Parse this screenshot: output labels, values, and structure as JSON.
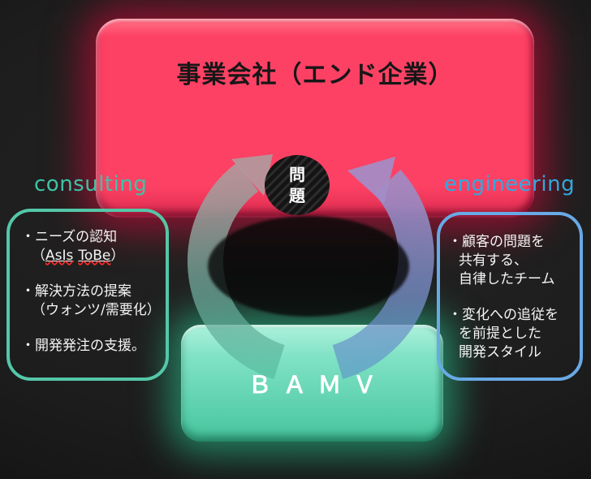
{
  "page": {
    "background": "#1d1d1d"
  },
  "top_box": {
    "title": "事業会社（エンド企業）",
    "fill": "#fd4164",
    "glow_color": "#d00a38"
  },
  "problem_badge": {
    "line1": "問",
    "line2": "題"
  },
  "section_labels": {
    "consulting": "consulting",
    "consulting_color": "#3ec3a6",
    "engineering": "engineering",
    "engineering_color": "#30a9e0"
  },
  "left_panel": {
    "border_color": "#54c7a8",
    "item1_line1": "・ニーズの認知",
    "item1_paren_open": "（",
    "item1_word1": "AsIs",
    "item1_word2": "ToBe",
    "item1_paren_close": "）",
    "item2_line1": "・解決方法の提案",
    "item2_line2": "（ウォンツ/需要化）",
    "item3_line1": "・開発発注の支援。"
  },
  "right_panel": {
    "border_color": "#68a9e6",
    "item1_line1": "・顧客の問題を",
    "item1_line2": "共有する、",
    "item1_line3": "自律したチーム",
    "item2_line1": "・変化への追従を",
    "item2_line2": "を前提とした",
    "item2_line3": "開発スタイル"
  },
  "bottom_box": {
    "label": "ＢＡＭＶ",
    "fill_top": "#aef1dc",
    "fill_bottom": "#46c59d",
    "glow_color": "#28cd96"
  },
  "cycle": {
    "left_arrow_from": "#52b99c",
    "left_arrow_mid": "#6f9f93",
    "left_arrow_to": "#b2989c",
    "left_head_fill": "#b2999d",
    "right_arrow_from": "#5b8fcb",
    "right_arrow_mid": "#7b8cc5",
    "right_arrow_to": "#a28cc5",
    "right_head_fill": "#a38dc6",
    "center_fill": "#080808"
  }
}
